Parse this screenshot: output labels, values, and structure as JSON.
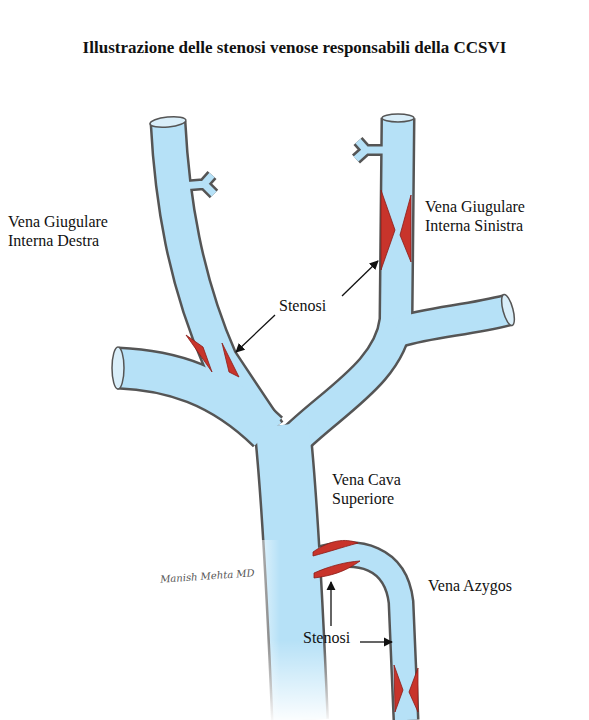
{
  "diagram": {
    "title": "Illustrazione delle stenosi venose responsabili della CCSVI",
    "labels": [
      "Vena Giugulare Interna Destra",
      "Vena Giugulare Interna Sinistra",
      "Stenosi",
      "Vena Cava Superiore",
      "Manish Mehta MD",
      "Vena Azygos",
      "Stenosi"
    ]
  }
}
